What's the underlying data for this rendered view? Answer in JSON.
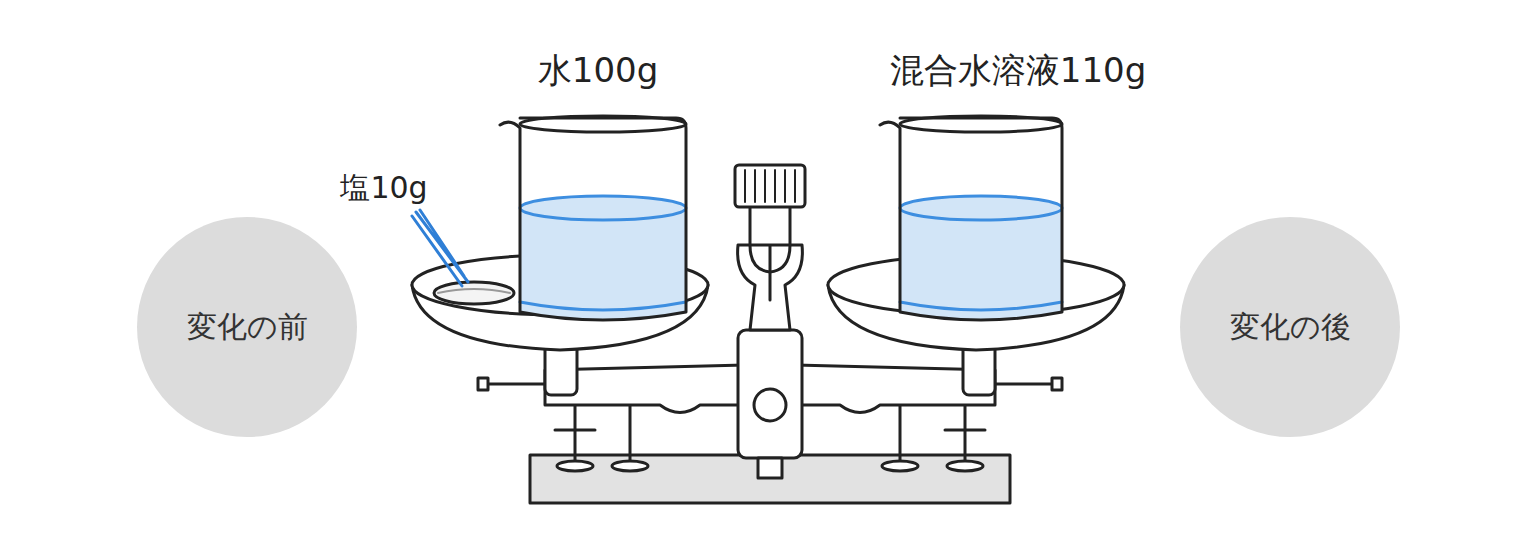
{
  "diagram": {
    "nodes": [
      {
        "text": [
          "変化の前"
        ]
      },
      {
        "text": [
          "変化の後"
        ]
      }
    ],
    "labels": [
      "水100g",
      "混合水溶液110g",
      "塩10g"
    ]
  }
}
